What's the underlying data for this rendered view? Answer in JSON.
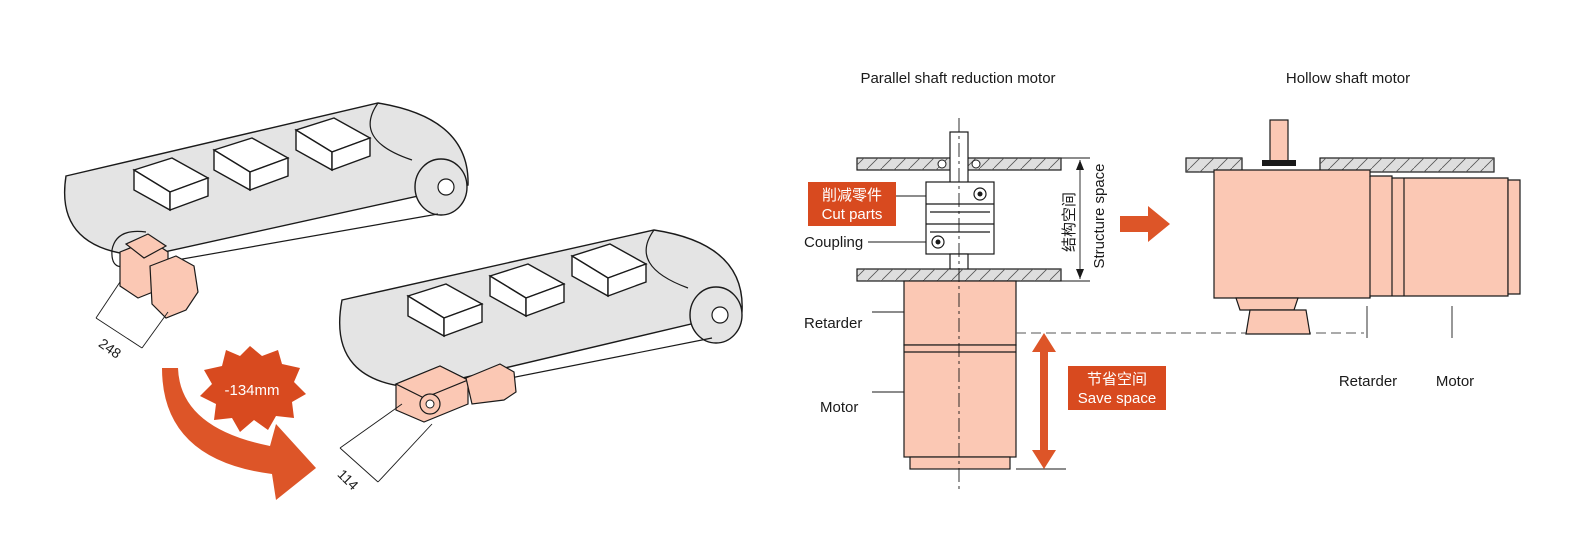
{
  "colors": {
    "motor_fill": "#fbc8b4",
    "accent_arrow": "#dd5528",
    "tag_fill": "#d84a1f",
    "belt_fill": "#e4e4e4",
    "plate_fill": "#dedede"
  },
  "left_illustration": {
    "dim_parallel": "248",
    "dim_hollow": "114",
    "reduction_badge": "-134mm"
  },
  "parallel_shaft": {
    "title": "Parallel shaft reduction motor",
    "cut_parts_cn": "削减零件",
    "cut_parts_en": "Cut parts",
    "coupling_label": "Coupling",
    "retarder_label": "Retarder",
    "motor_label": "Motor",
    "structure_space_cn": "结构空间",
    "structure_space_en": "Structure space",
    "save_space_cn": "节省空间",
    "save_space_en": "Save space"
  },
  "hollow_shaft": {
    "title": "Hollow shaft motor",
    "retarder_label": "Retarder",
    "motor_label": "Motor"
  },
  "icons": [
    "curved-arrow-icon",
    "right-arrow-icon",
    "double-arrow-icon",
    "starburst-badge-icon"
  ]
}
